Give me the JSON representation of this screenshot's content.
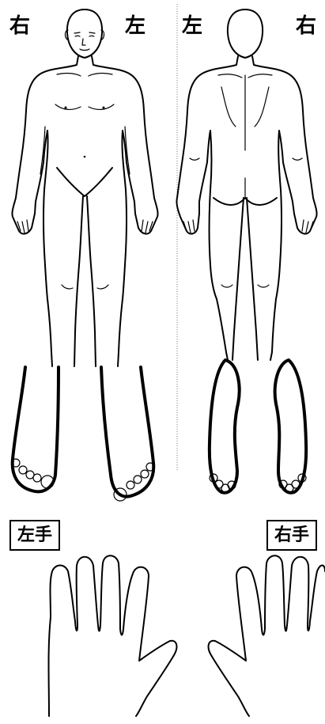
{
  "front_view": {
    "right_label": "右",
    "left_label": "左"
  },
  "back_view": {
    "left_label": "左",
    "right_label": "右"
  },
  "hands": {
    "left_hand_label": "左手",
    "right_hand_label": "右手"
  }
}
